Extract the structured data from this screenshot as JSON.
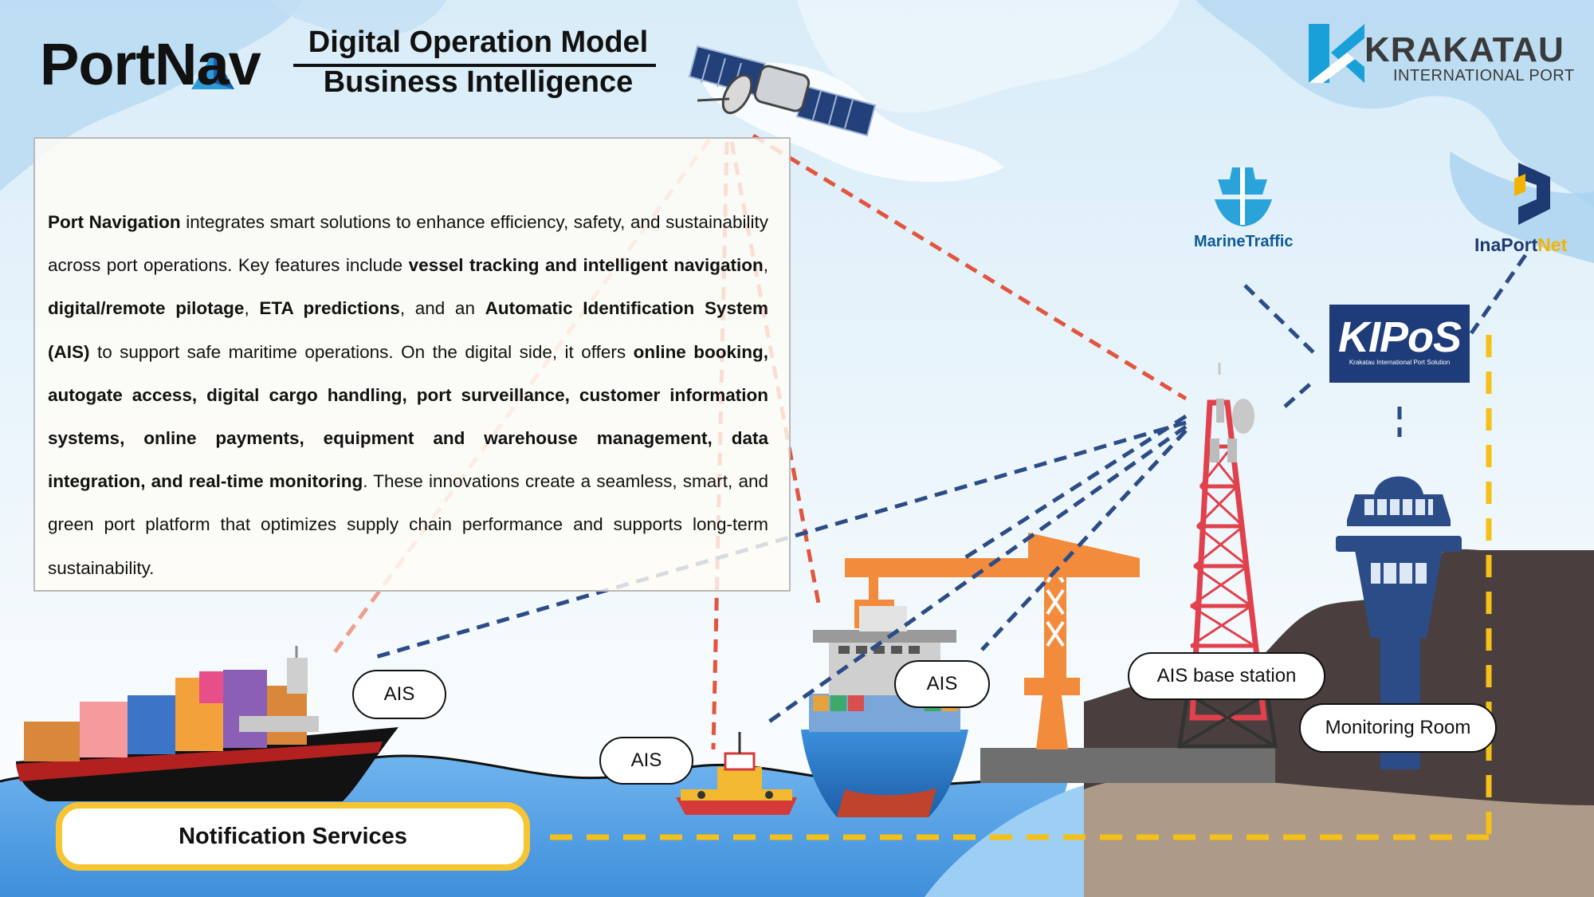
{
  "header": {
    "brand": "PortNav",
    "model_title": "Digital Operation Model",
    "model_subtitle": "Business Intelligence"
  },
  "partner_logo": {
    "name": "KRAKATAU",
    "subtitle": "INTERNATIONAL PORT"
  },
  "description": {
    "segments": [
      {
        "text": "Port Navigation",
        "bold": true
      },
      {
        "text": " integrates smart solutions to enhance efficiency, safety, and sustainability across port operations. Key features include ",
        "bold": false
      },
      {
        "text": "vessel tracking and intelligent navigation",
        "bold": true
      },
      {
        "text": ", ",
        "bold": false
      },
      {
        "text": "digital/remote pilotage",
        "bold": true
      },
      {
        "text": ", ",
        "bold": false
      },
      {
        "text": "ETA predictions",
        "bold": true
      },
      {
        "text": ", and an ",
        "bold": false
      },
      {
        "text": "Automatic Identification System (AIS)",
        "bold": true
      },
      {
        "text": " to support safe maritime operations. On the digital side, it offers ",
        "bold": false
      },
      {
        "text": "online booking, autogate access, digital cargo handling, port surveillance, customer information systems, online payments, equipment and warehouse management, data integration, and real-time monitoring",
        "bold": true
      },
      {
        "text": ". These innovations create a seamless, smart, and green port platform that optimizes supply chain performance and supports long-term sustainability.",
        "bold": false
      }
    ]
  },
  "integrations": {
    "marine_traffic": "MarineTraffic",
    "inaportnet_a": "InaPort",
    "inaportnet_b": "Net",
    "kipos_name": "KIPoS",
    "kipos_subtitle": "Krakatau International Port Solution"
  },
  "labels": {
    "ais_cargo_ship": "AIS",
    "ais_tug": "AIS",
    "ais_container_ship": "AIS",
    "ais_base_station": "AIS base station",
    "monitoring_room": "Monitoring Room",
    "notification_services": "Notification Services"
  },
  "colors": {
    "sky": "#cfe6f6",
    "sea": "#5ba8ea",
    "satellite_link": "#e2553f",
    "ais_link": "#2b4c86",
    "notification_link": "#f5c018",
    "crane": "#f28b3c",
    "tower_red": "#e0414d"
  }
}
